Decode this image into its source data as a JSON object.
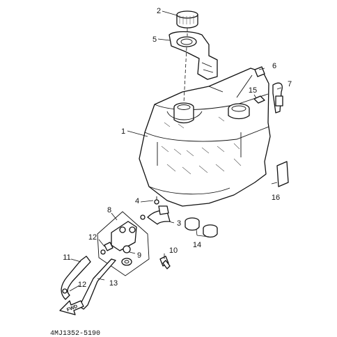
{
  "diagram": {
    "callouts": [
      {
        "id": "2",
        "label": "2"
      },
      {
        "id": "5",
        "label": "5"
      },
      {
        "id": "6",
        "label": "6"
      },
      {
        "id": "7",
        "label": "7"
      },
      {
        "id": "15",
        "label": "15"
      },
      {
        "id": "1",
        "label": "1"
      },
      {
        "id": "16",
        "label": "16"
      },
      {
        "id": "4",
        "label": "4"
      },
      {
        "id": "8",
        "label": "8"
      },
      {
        "id": "3",
        "label": "3"
      },
      {
        "id": "14",
        "label": "14"
      },
      {
        "id": "12a",
        "label": "12"
      },
      {
        "id": "9",
        "label": "9"
      },
      {
        "id": "10",
        "label": "10"
      },
      {
        "id": "11",
        "label": "11"
      },
      {
        "id": "12b",
        "label": "12"
      },
      {
        "id": "13",
        "label": "13"
      }
    ],
    "front_arrow_label": "FWD",
    "drawing_code": "4MJ1352-5190"
  }
}
